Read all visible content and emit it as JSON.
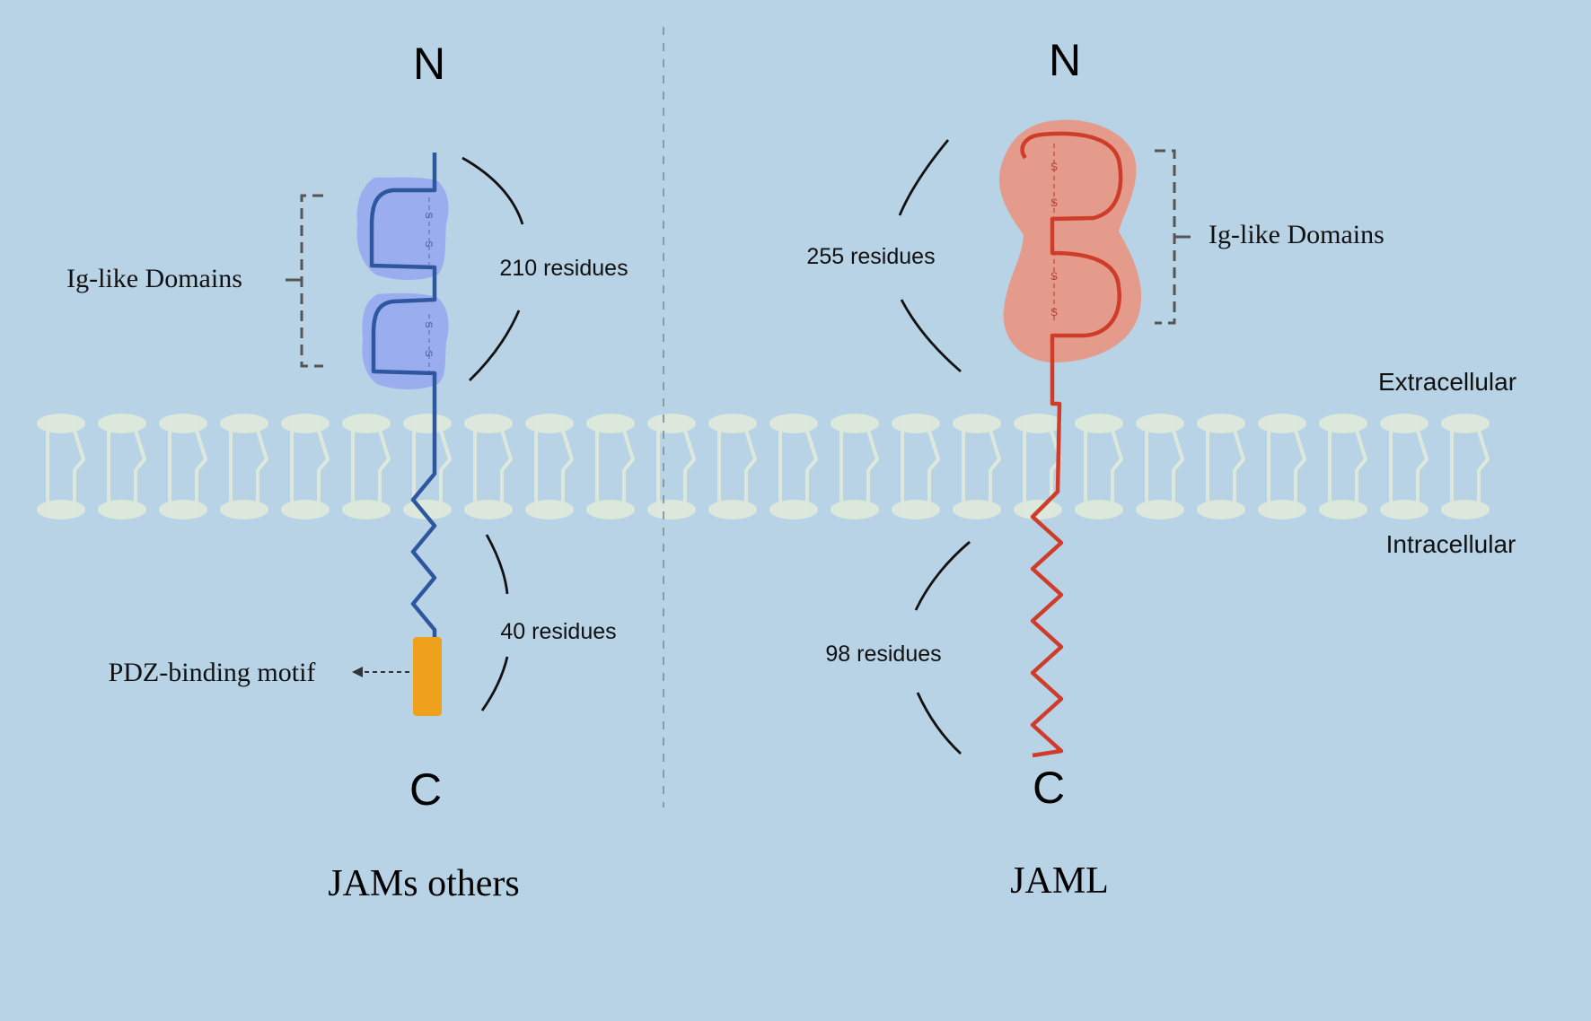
{
  "left_panel": {
    "n_terminus": "N",
    "c_terminus": "C",
    "title": "JAMs others",
    "domains_label": "Ig-like Domains",
    "extracellular_length": "210 residues",
    "intracellular_length": "40 residues",
    "motif_label": "PDZ-binding motif",
    "disulfide_mark": "S",
    "domain_color": "#97a8ee",
    "chain_color": "#2e57a0",
    "motif_color": "#f0a11c"
  },
  "right_panel": {
    "n_terminus": "N",
    "c_terminus": "C",
    "title": "JAML",
    "domains_label": "Ig-like Domains",
    "extracellular_length": "255 residues",
    "intracellular_length": "98 residues",
    "disulfide_mark": "S",
    "domain_color": "#e59b8b",
    "chain_color": "#cf3c2a"
  },
  "membrane": {
    "extracellular_label": "Extracellular",
    "intracellular_label": "Intracellular",
    "lipid_color": "#dde8dc"
  },
  "background_color": "#b8d3e6"
}
